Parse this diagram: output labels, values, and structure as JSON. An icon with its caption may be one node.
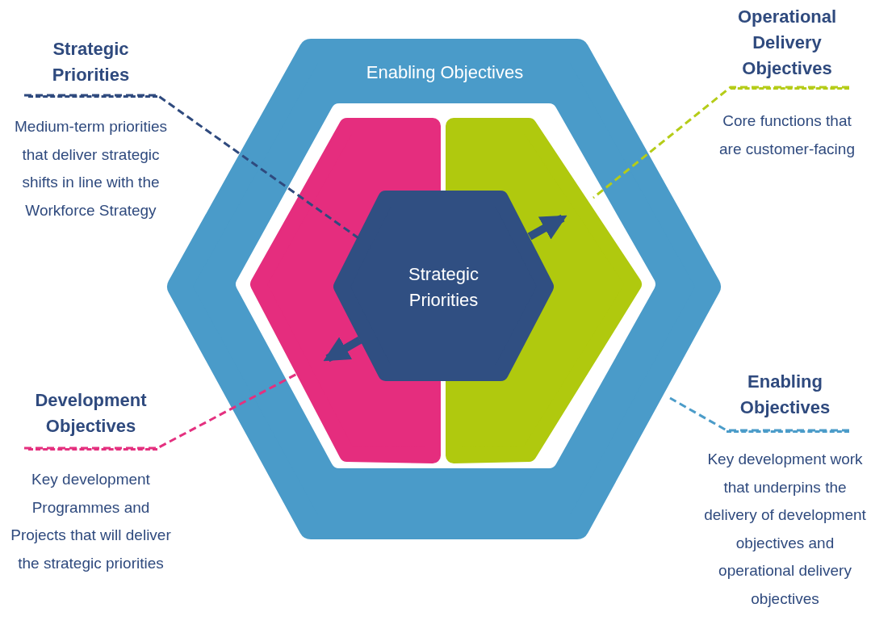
{
  "diagram": {
    "nodes": [
      {
        "text": [
          "Enabling Objectives"
        ]
      },
      {
        "text": [],
        "shape": "polygon",
        "in": 0
      },
      {
        "text": [],
        "shape": "polygon",
        "in": 0
      },
      {
        "text": [
          "Strategic Priorities"
        ],
        "in": 0
      },
      {
        "text": [
          "Strategic Priorities",
          "Medium-term priorities that deliver strategic shifts in line with the Workforce Strategy"
        ]
      },
      {
        "text": [
          "Operational Delivery Objectives",
          "Core functions that are customer-facing"
        ]
      },
      {
        "text": [
          "Development Objectives",
          "Key development Programmes and Projects that will deliver the strategic priorities"
        ]
      },
      {
        "text": [
          "Enabling Objectives",
          "Key development work that underpins the delivery of development objectives and operational delivery objectives"
        ]
      }
    ],
    "edges": [
      {
        "from": 3,
        "to": 2,
        "arrow": "to",
        "style": "thick",
        "color": "#2f4f82"
      },
      {
        "from": 3,
        "to": 1,
        "arrow": "to",
        "style": "thick",
        "color": "#2f4f82"
      },
      {
        "from": 4,
        "to": 3,
        "arrow": "none",
        "style": "dashed",
        "color": "#2f4a7e"
      },
      {
        "from": 5,
        "to": 2,
        "arrow": "none",
        "style": "dashed",
        "color": "#b5cc18"
      },
      {
        "from": 6,
        "to": 1,
        "arrow": "none",
        "style": "dashed",
        "color": "#e4307f"
      },
      {
        "from": 7,
        "to": 0,
        "arrow": "none",
        "style": "dashed",
        "color": "#4b9cc9"
      }
    ]
  }
}
